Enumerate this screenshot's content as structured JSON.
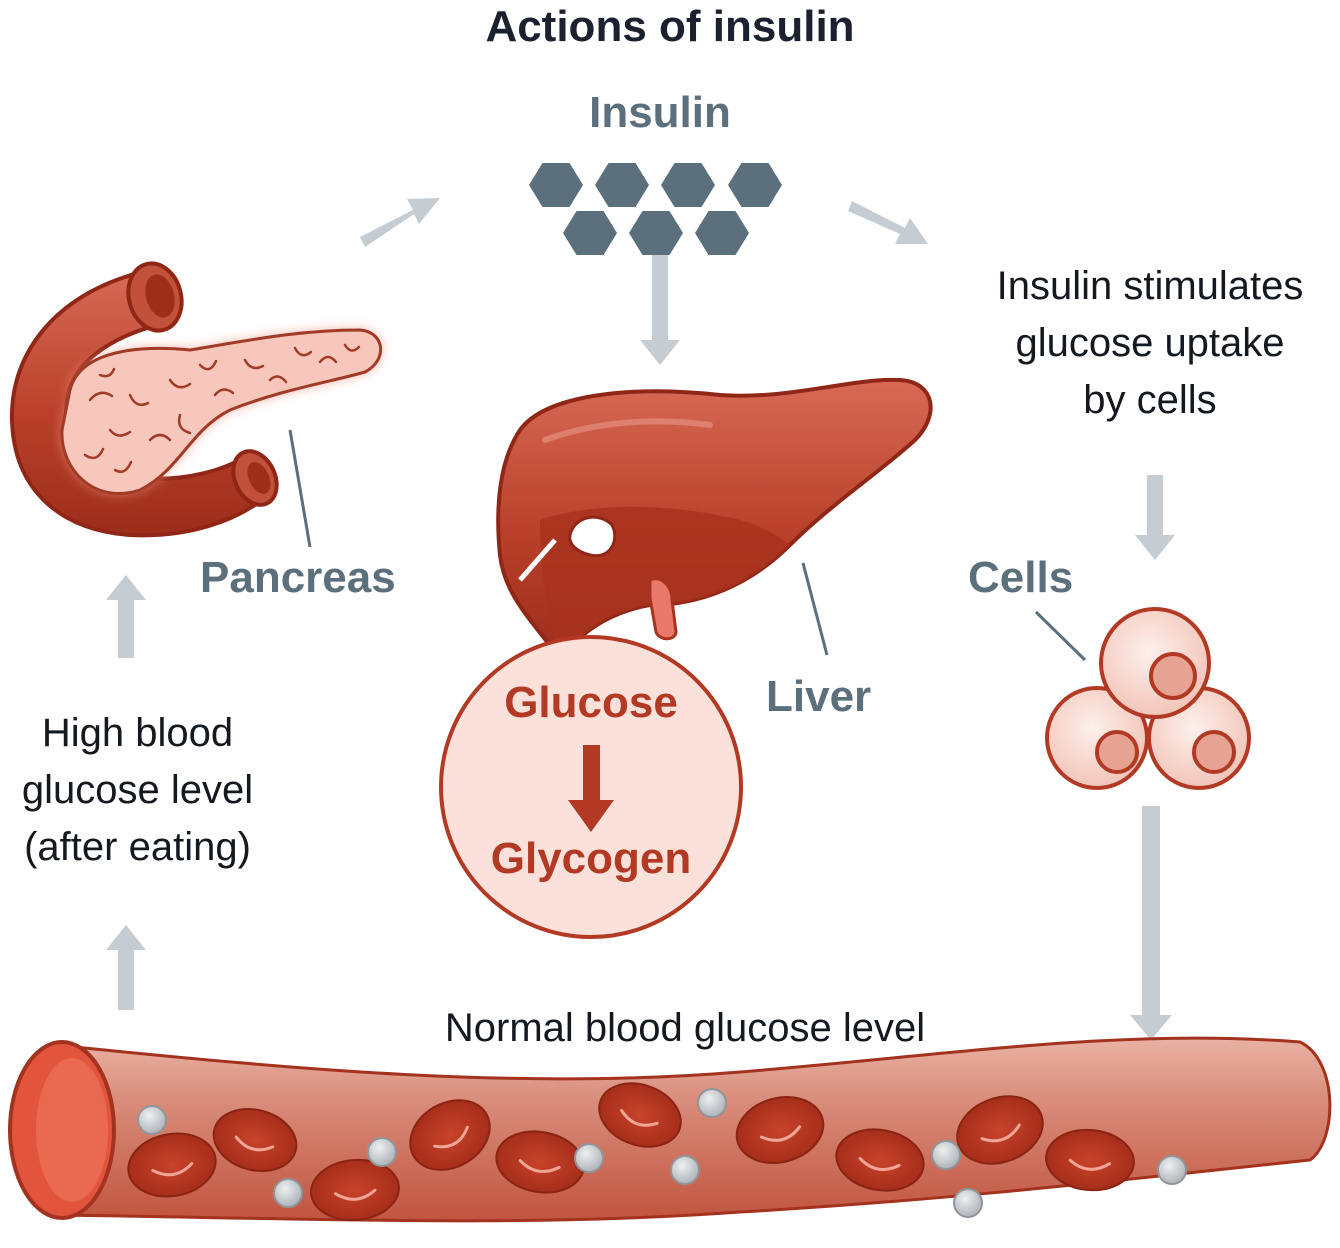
{
  "title": "Actions of insulin",
  "labels": {
    "insulin": "Insulin",
    "pancreas": "Pancreas",
    "liver": "Liver",
    "cells": "Cells",
    "stimulates": [
      "Insulin stimulates",
      "glucose uptake",
      "by cells"
    ],
    "high_glucose": [
      "High blood",
      "glucose level",
      "(after eating)"
    ],
    "glucose": "Glucose",
    "glycogen": "Glycogen",
    "normal_glucose": "Normal blood glucose level"
  },
  "colors": {
    "organ": "#b23a24",
    "organ_light": "#e08a78",
    "tissue_pink": "#f7cfc5",
    "arrow_gray": "#c6cdd2",
    "insulin_hex": "#5b6f7c",
    "glucose_dot": "#b9bec2"
  }
}
